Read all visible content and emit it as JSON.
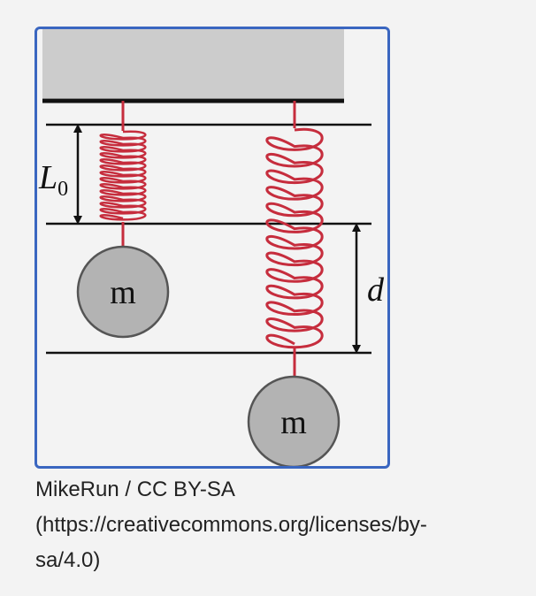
{
  "diagram": {
    "label_L": "L",
    "label_L_subscript": "0",
    "label_d": "d",
    "mass_left_label": "m",
    "mass_right_label": "m",
    "colors": {
      "ceiling": "#cccccc",
      "spring": "#c62d3d",
      "mass_fill": "#b3b3b3",
      "mass_stroke": "#555555",
      "frame_border": "#3a66c0",
      "line": "#111111"
    }
  },
  "caption": {
    "line1": "MikeRun / CC BY-SA",
    "line2": "(https://creativecommons.org/licenses/by-",
    "line3": "sa/4.0)"
  }
}
